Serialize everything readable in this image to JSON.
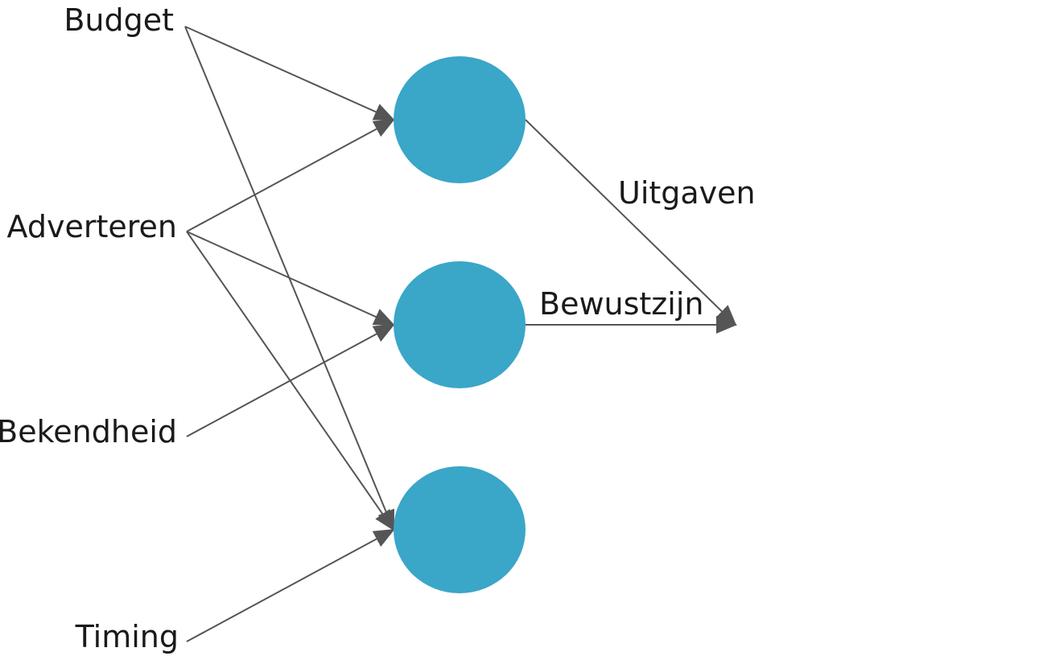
{
  "inputs": {
    "budget": "Budget",
    "adverteren": "Adverteren",
    "bekendheid": "Bekendheid",
    "timing": "Timing"
  },
  "edge_labels": {
    "uitgaven": "Uitgaven",
    "bewustzijn": "Bewustzijn"
  },
  "colors": {
    "node": "#3aa6c8",
    "edge": "#555555",
    "text": "#1a1a1a"
  },
  "connections": [
    {
      "from": "budget",
      "to": "hidden-node-1"
    },
    {
      "from": "budget",
      "to": "hidden-node-3"
    },
    {
      "from": "adverteren",
      "to": "hidden-node-1"
    },
    {
      "from": "adverteren",
      "to": "hidden-node-2"
    },
    {
      "from": "adverteren",
      "to": "hidden-node-3"
    },
    {
      "from": "bekendheid",
      "to": "hidden-node-2"
    },
    {
      "from": "timing",
      "to": "hidden-node-3"
    },
    {
      "from": "hidden-node-1",
      "to": "output-point"
    },
    {
      "from": "hidden-node-2",
      "to": "output-point"
    }
  ]
}
